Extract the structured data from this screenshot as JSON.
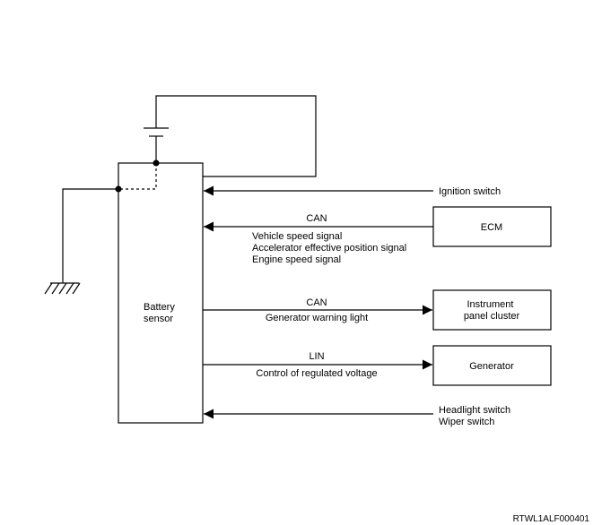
{
  "components": {
    "battery_sensor": [
      "Battery",
      "sensor"
    ],
    "ecm": "ECM",
    "instrument_panel_cluster": [
      "Instrument",
      "panel cluster"
    ],
    "generator": "Generator"
  },
  "signals": {
    "ignition_switch": "Ignition switch",
    "ecm_bus": "CAN",
    "ecm_signals": [
      "Vehicle speed signal",
      "Accelerator effective position signal",
      "Engine speed signal"
    ],
    "cluster_bus": "CAN",
    "cluster_signal": "Generator warning light",
    "generator_bus": "LIN",
    "generator_signal": "Control of regulated voltage",
    "bottom_inputs": [
      "Headlight switch",
      "Wiper switch"
    ]
  },
  "figure_code": "RTWL1ALF000401"
}
